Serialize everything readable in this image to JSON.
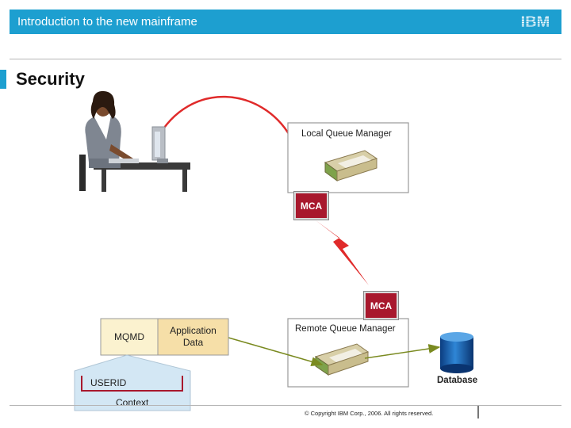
{
  "header": {
    "title": "Introduction to the new mainframe",
    "logo": "IBM"
  },
  "section": {
    "title": "Security"
  },
  "diagram": {
    "local_qm": {
      "label": "Local Queue Manager"
    },
    "remote_qm": {
      "label": "Remote Queue Manager"
    },
    "mca_top": {
      "label": "MCA"
    },
    "mca_bottom": {
      "label": "MCA"
    },
    "message": {
      "mqmd": "MQMD",
      "app_data_line1": "Application",
      "app_data_line2": "Data"
    },
    "context": {
      "userid": "USERID",
      "label": "Context"
    },
    "database": {
      "label": "Database"
    }
  },
  "colors": {
    "accent": "#1d9fd0",
    "mca": "#a8182d",
    "link": "#e02a2a",
    "arrow": "#7a8a20"
  },
  "footer": {
    "copyright": "© Copyright IBM Corp., 2006. All rights reserved."
  }
}
